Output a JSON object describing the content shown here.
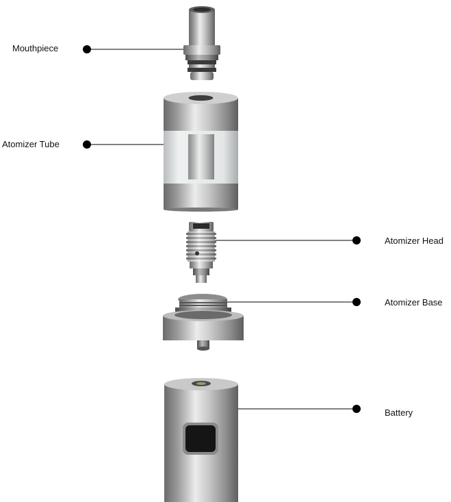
{
  "labels": {
    "mouthpiece": "Mouthpiece",
    "atomizer_tube": "Atomizer Tube",
    "atomizer_head": "Atomizer Head",
    "atomizer_base": "Atomizer Base",
    "battery": "Battery"
  },
  "colors": {
    "metal_dark": "#6b6b6b",
    "metal_mid": "#a9a9a9",
    "metal_light": "#e6e6e6",
    "glass": "#dfe3e4",
    "button": "#151515",
    "callout": "#000000"
  }
}
